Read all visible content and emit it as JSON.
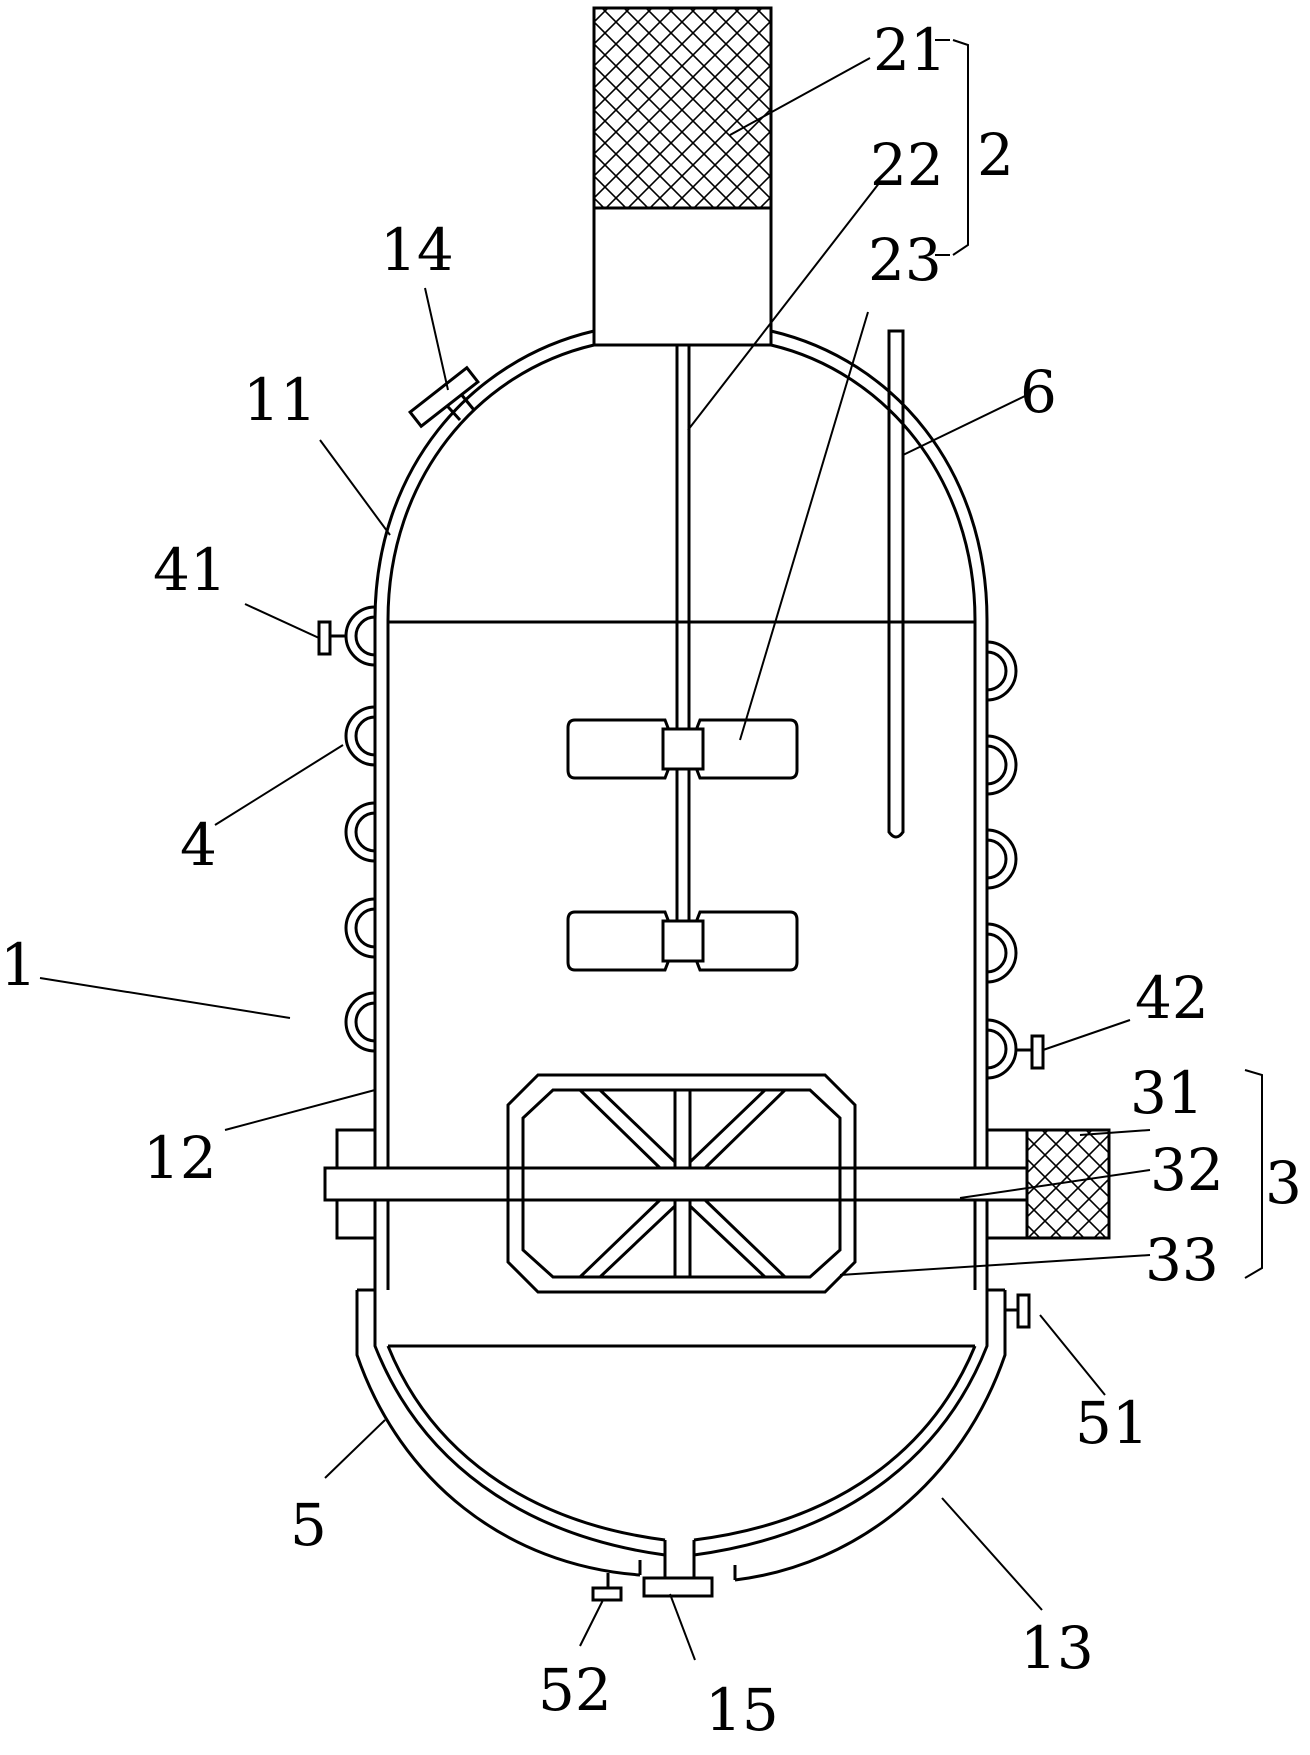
{
  "labels": {
    "l1": "1",
    "l2": "2",
    "l3": "3",
    "l4": "4",
    "l5": "5",
    "l6": "6",
    "l11": "11",
    "l12": "12",
    "l13": "13",
    "l14": "14",
    "l15": "15",
    "l21": "21",
    "l22": "22",
    "l23": "23",
    "l31": "31",
    "l32": "32",
    "l33": "33",
    "l41": "41",
    "l42": "42",
    "l51": "51",
    "l52": "52"
  },
  "colors": {
    "line": "#000000",
    "background": "#ffffff"
  }
}
